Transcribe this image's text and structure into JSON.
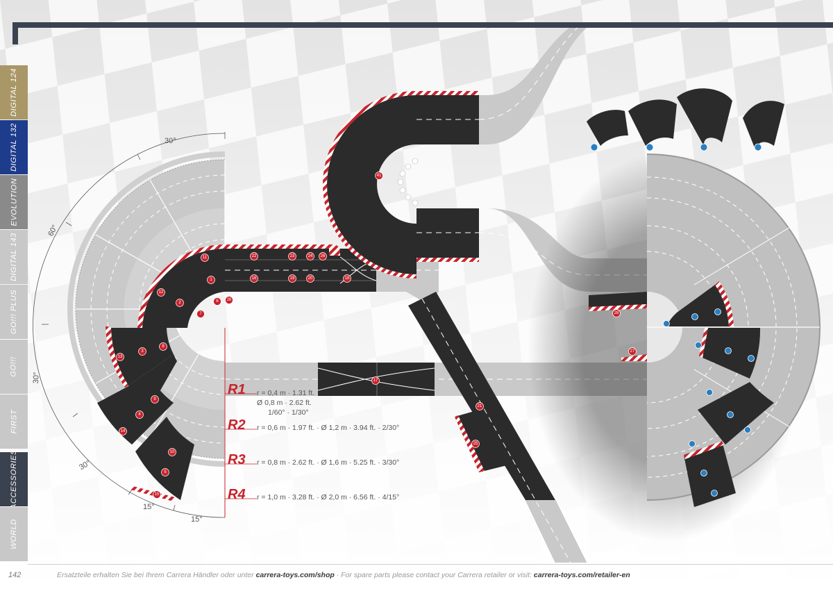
{
  "side_tabs": [
    {
      "label": "DIGITAL 124",
      "color": "#a99767"
    },
    {
      "label": "DIGITAL 132",
      "color": "#1e3c8c"
    },
    {
      "label": "EVOLUTION",
      "color": "#8a8a8a"
    },
    {
      "label": "DIGITAL 143",
      "color": "#c8c8c8"
    },
    {
      "label": "GO!!! PLUS",
      "color": "#c8c8c8"
    },
    {
      "label": "GO!!!",
      "color": "#c8c8c8"
    },
    {
      "label": "FIRST",
      "color": "#c8c8c8"
    },
    {
      "label": "ACCESSORIES",
      "color": "#3a4250"
    },
    {
      "label": "WORLD",
      "color": "#c8c8c8"
    }
  ],
  "radii": [
    {
      "code": "R1",
      "spec_line1": "r = 0,4 m · 1.31 ft.",
      "spec_line2": "Ø   0,8 m · 2.62 ft.",
      "spec_line3": "1/60° · 1/30°"
    },
    {
      "code": "R2",
      "spec_line1": "r = 0,6 m · 1.97 ft. · Ø 1,2 m · 3.94 ft. · 2/30°"
    },
    {
      "code": "R3",
      "spec_line1": "r = 0,8 m · 2.62 ft. · Ø 1,6 m · 5.25 ft. · 3/30°"
    },
    {
      "code": "R4",
      "spec_line1": "r = 1,0 m · 3.28 ft. · Ø 2,0 m · 6.56 ft. · 4/15°"
    }
  ],
  "angles": {
    "a30_top": "30°",
    "a60": "60°",
    "a30_left": "30°",
    "a30_bottom": "30°",
    "a15_a": "15°",
    "a15_b": "15°"
  },
  "part_numbers": {
    "n1": "1",
    "n2": "2",
    "n3": "3",
    "n4": "4",
    "n5": "5",
    "n6": "6",
    "n7": "7",
    "n8": "8",
    "n9": "9",
    "n10": "10",
    "n11": "11",
    "n12": "12",
    "n13": "13",
    "n14": "14",
    "n15": "15",
    "n16": "16",
    "n17": "17",
    "n18": "18",
    "n19": "19",
    "n20": "20",
    "n21": "21",
    "n22": "22",
    "n23": "23",
    "n24": "24",
    "n25": "25",
    "n26": "26",
    "n27": "27",
    "n28": "28",
    "n41": "41"
  },
  "footer": {
    "page_number": "142",
    "text_prefix": "Ersatzteile erhalten Sie bei Ihrem Carrera Händler oder unter ",
    "link1": "carrera-toys.com/shop",
    "text_middle": " · For spare parts please contact your Carrera retailer or visit: ",
    "link2": "carrera-toys.com/retailer-en"
  },
  "colors": {
    "accent_red": "#c8232c",
    "track_dark": "#2b2b2b",
    "track_gray": "#c9c9c9",
    "bar": "#3a4250"
  }
}
